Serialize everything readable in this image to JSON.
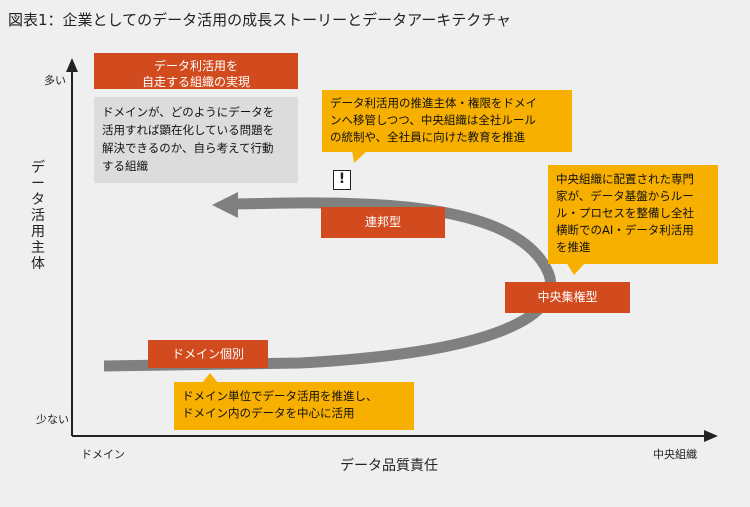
{
  "title": "図表1：企業としてのデータ活用の成長ストーリーとデータアーキテクチャ",
  "axes": {
    "y_label": "データ活用主体",
    "y_top": "多い",
    "y_bottom": "少ない",
    "x_label": "データ品質責任",
    "x_left": "ドメイン",
    "x_right": "中央組織"
  },
  "goal": {
    "title": "データ利活用を\n自走する組織の実現",
    "desc": "ドメインが、どのようにデータを\n活用すれば顕在化している問題を\n解決できるのか、自ら考えて行動\nする組織"
  },
  "stages": {
    "domain": "ドメイン個別",
    "central": "中央集権型",
    "federated": "連邦型"
  },
  "callouts": {
    "domain": "ドメイン単位でデータ活用を推進し、\nドメイン内のデータを中心に活用",
    "central": "中央組織に配置された専門\n家が、データ基盤からルー\nル・プロセスを整備し全社\n横断でのAI・データ利活用\nを推進",
    "federated": "データ利活用の推進主体・権限をドメイ\nンへ移管しつつ、中央組織は全社ルール\nの統制や、全社員に向けた教育を推進"
  },
  "alert_symbol": "!",
  "colors": {
    "orange": "#d24b1f",
    "yellow": "#f7b000",
    "gray_arrow": "#808080",
    "gray_box": "#dcdcdc"
  }
}
